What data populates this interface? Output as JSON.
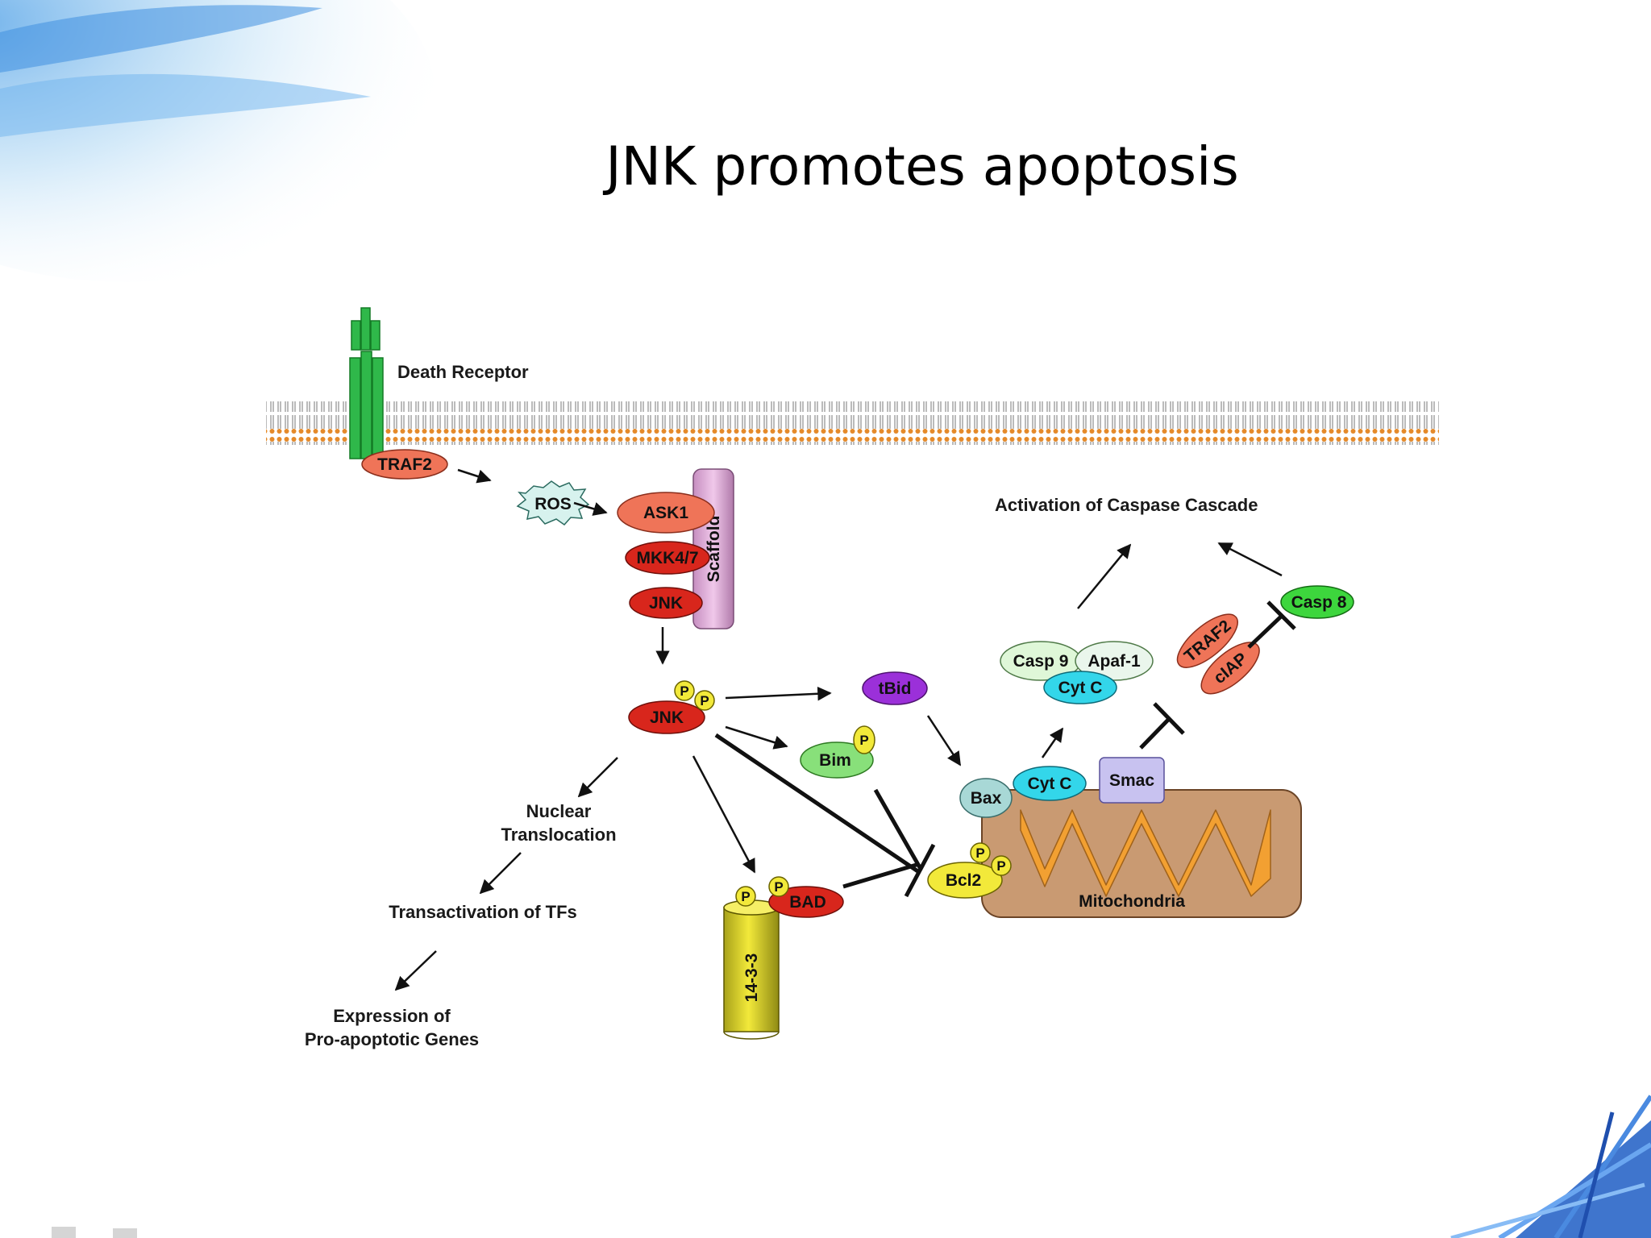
{
  "title": "JNK promotes apoptosis",
  "labels": {
    "death_receptor": "Death Receptor",
    "caspase_cascade": "Activation of Caspase Cascade",
    "nuclear_1": "Nuclear",
    "nuclear_2": "Translocation",
    "transactivation": "Transactivation of TFs",
    "expression_1": "Expression of",
    "expression_2": "Pro-apoptotic Genes",
    "mitochondria": "Mitochondria"
  },
  "molecules": {
    "traf2": "TRAF2",
    "ros": "ROS",
    "ask1": "ASK1",
    "mkk": "MKK4/7",
    "jnk": "JNK",
    "scaffold": "Scaffold",
    "jnk_p": "JNK",
    "tbid": "tBid",
    "bim": "Bim",
    "bad": "BAD",
    "y1433": "14-3-3",
    "bax": "Bax",
    "bcl2": "Bcl2",
    "cytc": "Cyt C",
    "smac": "Smac",
    "casp9": "Casp 9",
    "apaf1": "Apaf-1",
    "cytc_apo": "Cyt C",
    "traf2_b": "TRAF2",
    "ciap": "cIAP",
    "casp8": "Casp 8",
    "phospho": "P"
  },
  "colors": {
    "receptor": "#2fb84a",
    "traf": "#ef7458",
    "jnk": "#d8261c",
    "scaffold": "#e3b2dc",
    "tbid": "#9b30d9",
    "bim": "#88e07a",
    "yellow": "#f2e93a",
    "cyan": "#33d6ea",
    "mito": "#c99a72",
    "mito_inner": "#f2a032",
    "smac": "#c8c2f0",
    "casp8": "#3dd63d"
  }
}
